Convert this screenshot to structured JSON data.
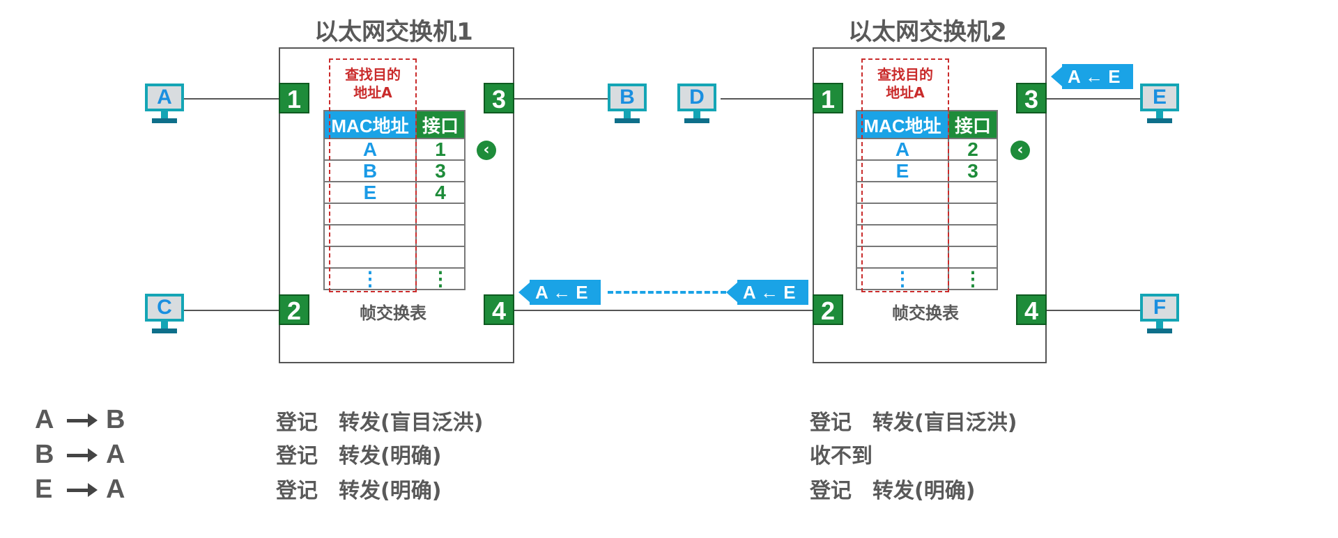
{
  "switch1": {
    "title": "以太网交换机1",
    "lookup": "查找目的\n地址A",
    "table_caption": "帧交换表",
    "headers": {
      "mac": "MAC地址",
      "port": "接口"
    },
    "rows": [
      {
        "mac": "A",
        "port": "1"
      },
      {
        "mac": "B",
        "port": "3"
      },
      {
        "mac": "E",
        "port": "4"
      },
      {
        "mac": "",
        "port": ""
      },
      {
        "mac": "",
        "port": ""
      },
      {
        "mac": "",
        "port": ""
      },
      {
        "mac": "⋮",
        "port": "⋮"
      }
    ],
    "ports": [
      "1",
      "2",
      "3",
      "4"
    ]
  },
  "switch2": {
    "title": "以太网交换机2",
    "lookup": "查找目的\n地址A",
    "table_caption": "帧交换表",
    "headers": {
      "mac": "MAC地址",
      "port": "接口"
    },
    "rows": [
      {
        "mac": "A",
        "port": "2"
      },
      {
        "mac": "E",
        "port": "3"
      },
      {
        "mac": "",
        "port": ""
      },
      {
        "mac": "",
        "port": ""
      },
      {
        "mac": "",
        "port": ""
      },
      {
        "mac": "",
        "port": ""
      },
      {
        "mac": "⋮",
        "port": "⋮"
      }
    ],
    "ports": [
      "1",
      "2",
      "3",
      "4"
    ]
  },
  "hosts": {
    "a": "A",
    "b": "B",
    "c": "C",
    "d": "D",
    "e": "E",
    "f": "F"
  },
  "frames": {
    "label": "A ← E"
  },
  "side_button": "‹",
  "flows": [
    {
      "from": "A",
      "to": "B",
      "sw1": "登记　转发(盲目泛洪)",
      "sw2": "登记　转发(盲目泛洪)"
    },
    {
      "from": "B",
      "to": "A",
      "sw1": "登记　转发(明确)",
      "sw2": "收不到"
    },
    {
      "from": "E",
      "to": "A",
      "sw1": "登记　转发(明确)",
      "sw2": "登记　转发(明确)"
    }
  ],
  "colors": {
    "accent_blue": "#1aa3e6",
    "port_green": "#1e8c3a",
    "lookup_red": "#c92b2b",
    "host_teal": "#14a5b5"
  }
}
